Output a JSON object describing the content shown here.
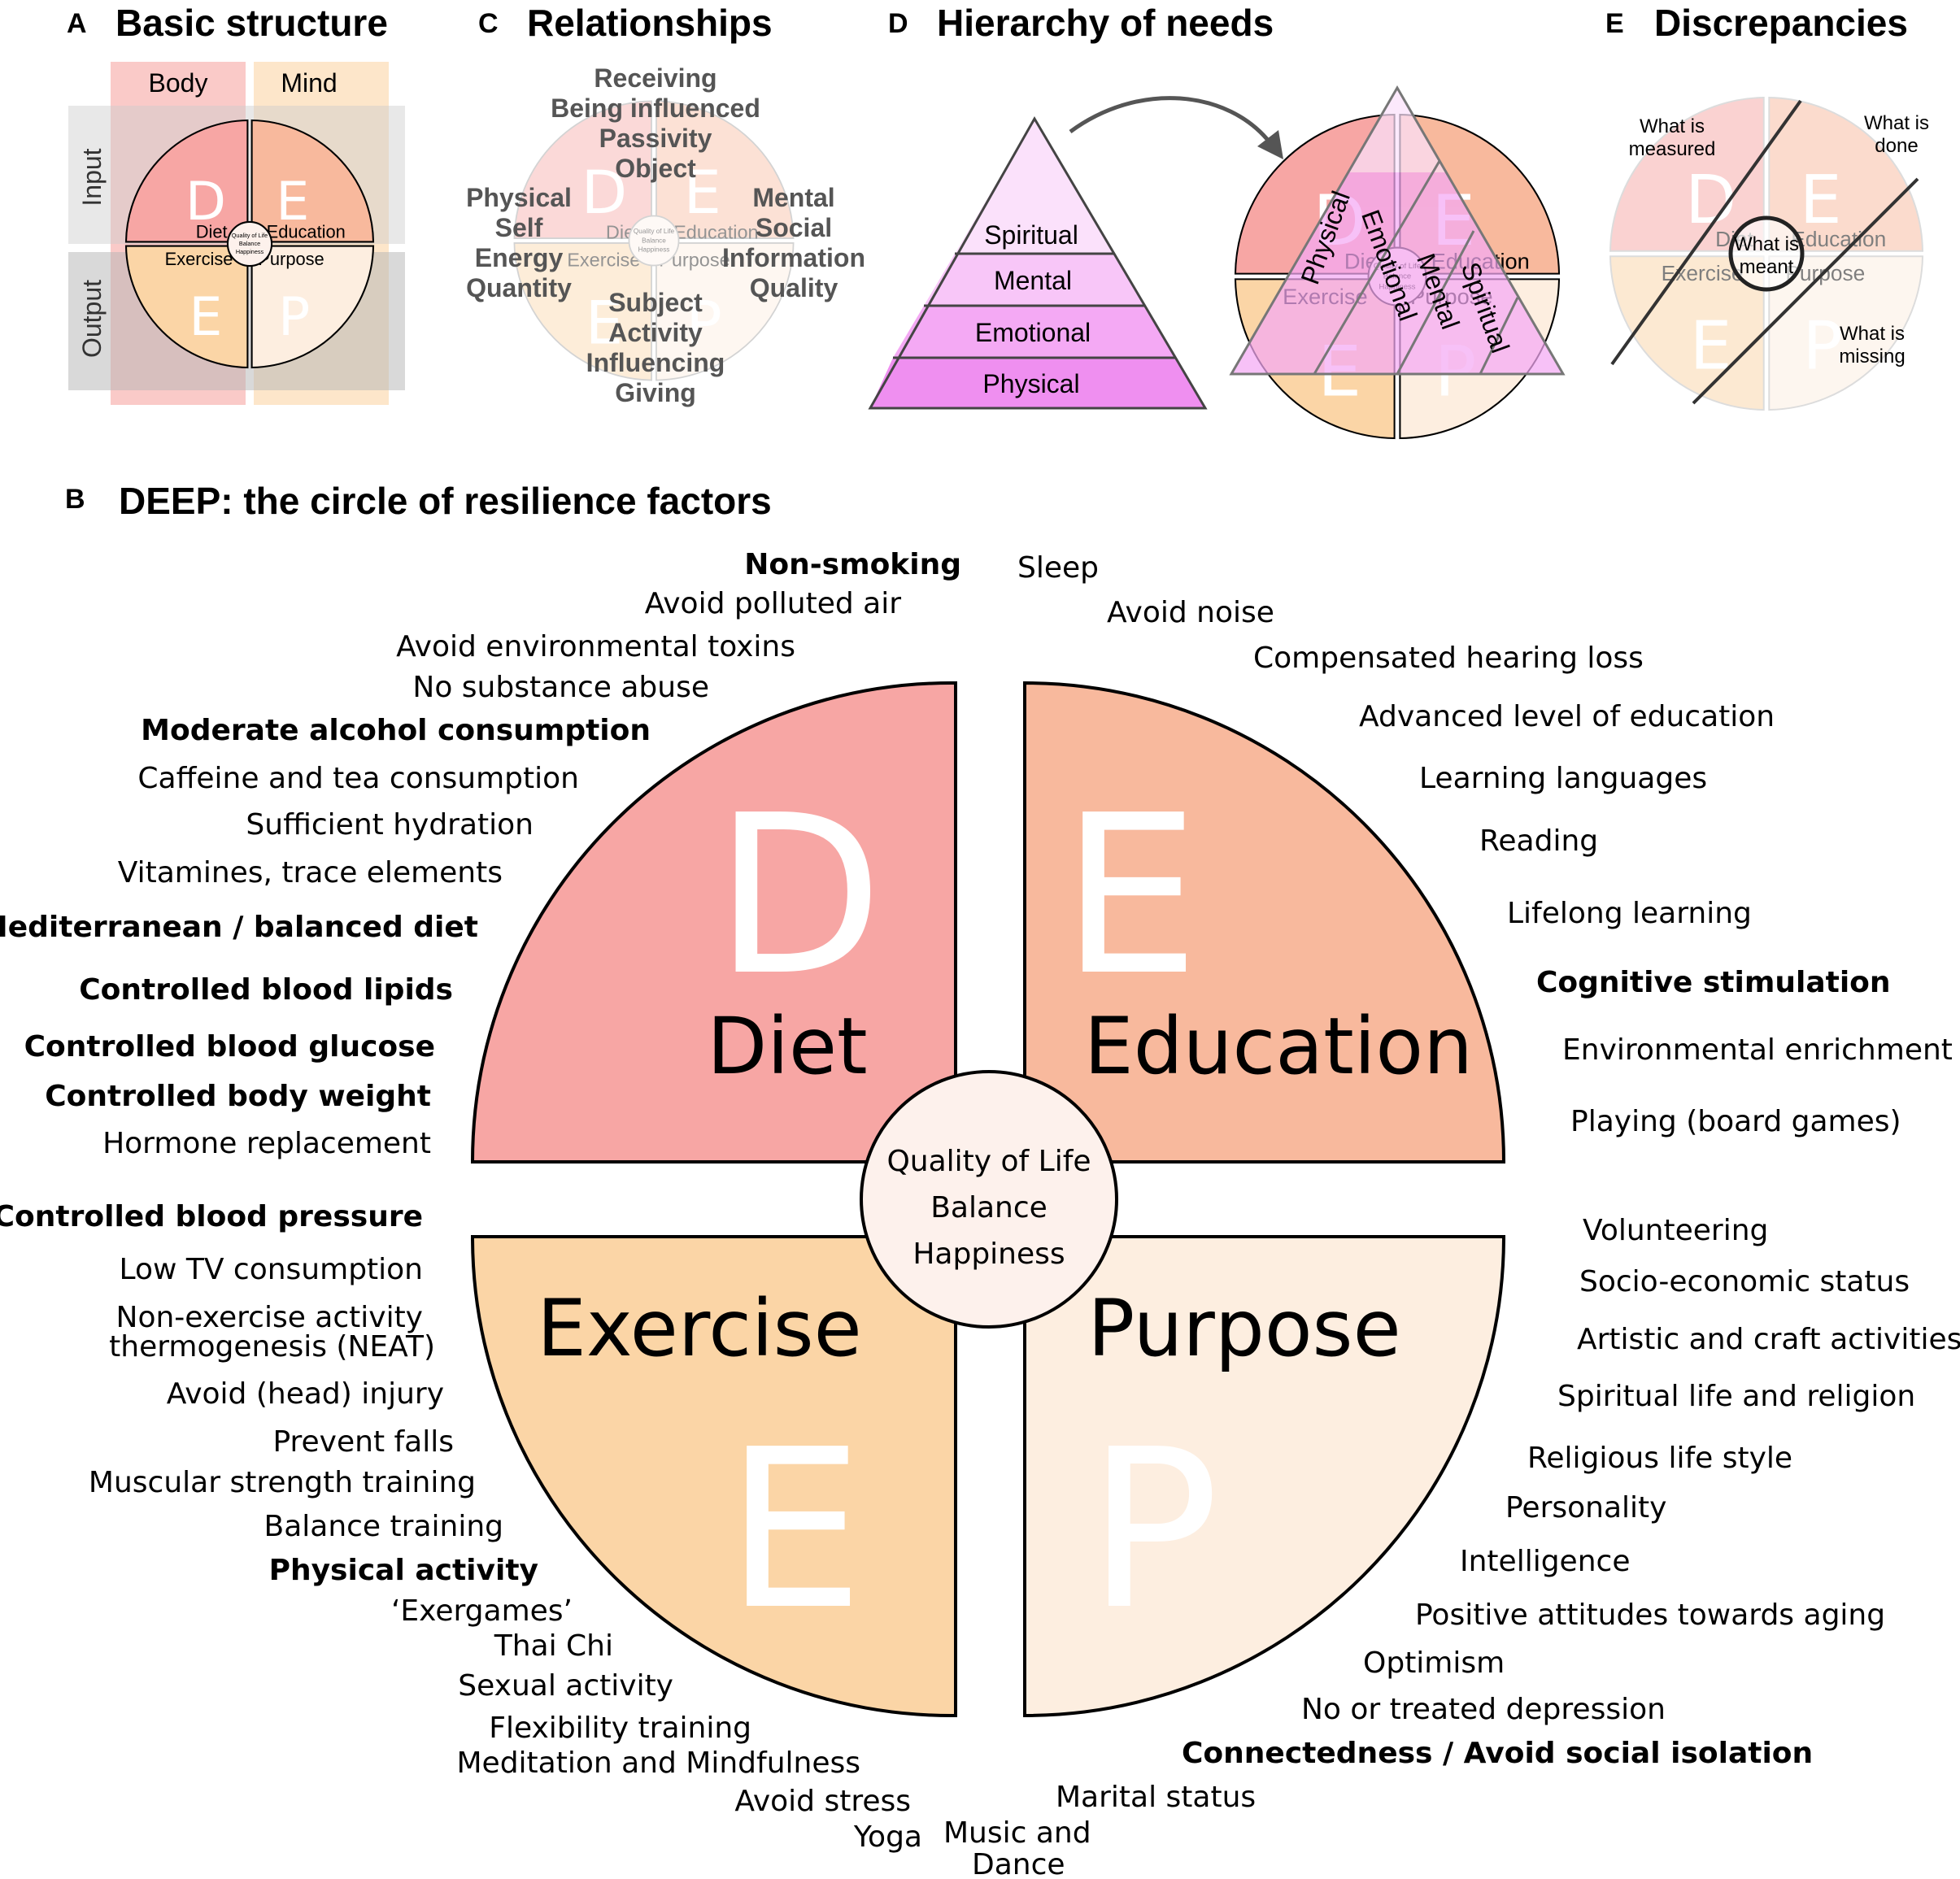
{
  "panels": {
    "a": {
      "letter": "A",
      "title": "Basic structure",
      "body": "Body",
      "mind": "Mind",
      "input": "Input",
      "output": "Output"
    },
    "c": {
      "letter": "C",
      "title": "Relationships"
    },
    "d": {
      "letter": "D",
      "title": "Hierarchy of needs"
    },
    "e": {
      "letter": "E",
      "title": "Discrepancies"
    },
    "b": {
      "letter": "B",
      "title": "DEEP: the circle of resilience factors"
    }
  },
  "quadrants": {
    "diet": {
      "letter": "D",
      "label": "Diet",
      "color": "#f7a6a4"
    },
    "education": {
      "letter": "E",
      "label": "Education",
      "color": "#f8b99d"
    },
    "exercise": {
      "letter": "E",
      "label": "Exercise",
      "color": "#fbd5a6"
    },
    "purpose": {
      "letter": "P",
      "label": "Purpose",
      "color": "#fdeee0"
    }
  },
  "center": {
    "line1": "Quality of Life",
    "line2": "Balance",
    "line3": "Happiness",
    "color": "#fdf1ec"
  },
  "relationships": {
    "top": [
      "Receiving",
      "Being influenced",
      "Passivity",
      "Object"
    ],
    "left": [
      "Physical",
      "Self",
      "Energy",
      "Quantity"
    ],
    "right": [
      "Mental",
      "Social",
      "Information",
      "Quality"
    ],
    "bottom": [
      "Subject",
      "Activity",
      "Influencing",
      "Giving"
    ]
  },
  "pyramid": {
    "levels": [
      "Spiritual",
      "Mental",
      "Emotional",
      "Physical"
    ],
    "colors": [
      "#fbe1fb",
      "#f8c6f8",
      "#f4a9f4",
      "#ef8ff0"
    ],
    "diagonal": [
      "Physical",
      "Emotional",
      "Mental",
      "Spiritual"
    ]
  },
  "discrepancies": {
    "measured": [
      "What is",
      "measured"
    ],
    "done": [
      "What is",
      "done"
    ],
    "missing": [
      "What is",
      "missing"
    ],
    "meant": [
      "What is",
      "meant"
    ]
  },
  "factors": {
    "diet": [
      {
        "t": "Non-smoking",
        "b": true
      },
      {
        "t": "Avoid polluted air",
        "b": false
      },
      {
        "t": "Avoid environmental toxins",
        "b": false
      },
      {
        "t": "No substance abuse",
        "b": false
      },
      {
        "t": "Moderate alcohol consumption",
        "b": true
      },
      {
        "t": "Caffeine and tea consumption",
        "b": false
      },
      {
        "t": "Sufficient hydration",
        "b": false
      },
      {
        "t": "Vitamines, trace elements",
        "b": false
      },
      {
        "t": "Mediterranean / balanced diet",
        "b": true
      },
      {
        "t": "Controlled blood lipids",
        "b": true
      },
      {
        "t": "Controlled blood glucose",
        "b": true
      },
      {
        "t": "Controlled body weight",
        "b": true
      },
      {
        "t": "Hormone replacement",
        "b": false
      }
    ],
    "education": [
      {
        "t": "Sleep",
        "b": false
      },
      {
        "t": "Avoid noise",
        "b": false
      },
      {
        "t": "Compensated hearing loss",
        "b": false
      },
      {
        "t": "Advanced level of education",
        "b": false
      },
      {
        "t": "Learning languages",
        "b": false
      },
      {
        "t": "Reading",
        "b": false
      },
      {
        "t": "Lifelong learning",
        "b": false
      },
      {
        "t": "Cognitive stimulation",
        "b": true
      },
      {
        "t": "Environmental enrichment",
        "b": false
      },
      {
        "t": "Playing (board games)",
        "b": false
      }
    ],
    "exercise": [
      {
        "t": "Controlled blood pressure",
        "b": true
      },
      {
        "t": "Low TV consumption",
        "b": false
      },
      {
        "t": "Non-exercise activity",
        "b": false
      },
      {
        "t": "thermogenesis (NEAT)",
        "b": false
      },
      {
        "t": "Avoid (head) injury",
        "b": false
      },
      {
        "t": "Prevent falls",
        "b": false
      },
      {
        "t": "Muscular strength training",
        "b": false
      },
      {
        "t": "Balance training",
        "b": false
      },
      {
        "t": "Physical activity",
        "b": true
      },
      {
        "t": "‘Exergames’",
        "b": false
      },
      {
        "t": "Thai Chi",
        "b": false
      },
      {
        "t": "Sexual activity",
        "b": false
      },
      {
        "t": "Flexibility training",
        "b": false
      },
      {
        "t": "Meditation and Mindfulness",
        "b": false
      },
      {
        "t": "Avoid stress",
        "b": false
      },
      {
        "t": "Yoga",
        "b": false
      }
    ],
    "purpose": [
      {
        "t": "Volunteering",
        "b": false
      },
      {
        "t": "Socio-economic status",
        "b": false
      },
      {
        "t": "Artistic and craft activities",
        "b": false
      },
      {
        "t": "Spiritual life and religion",
        "b": false
      },
      {
        "t": "Religious life style",
        "b": false
      },
      {
        "t": "Personality",
        "b": false
      },
      {
        "t": "Intelligence",
        "b": false
      },
      {
        "t": "Positive attitudes towards aging",
        "b": false
      },
      {
        "t": "Optimism",
        "b": false
      },
      {
        "t": "No or treated depression",
        "b": false
      },
      {
        "t": "Connectedness / Avoid social isolation",
        "b": true
      },
      {
        "t": "Marital status",
        "b": false
      },
      {
        "t": "Music and",
        "b": false
      },
      {
        "t": "Dance",
        "b": false
      }
    ]
  }
}
